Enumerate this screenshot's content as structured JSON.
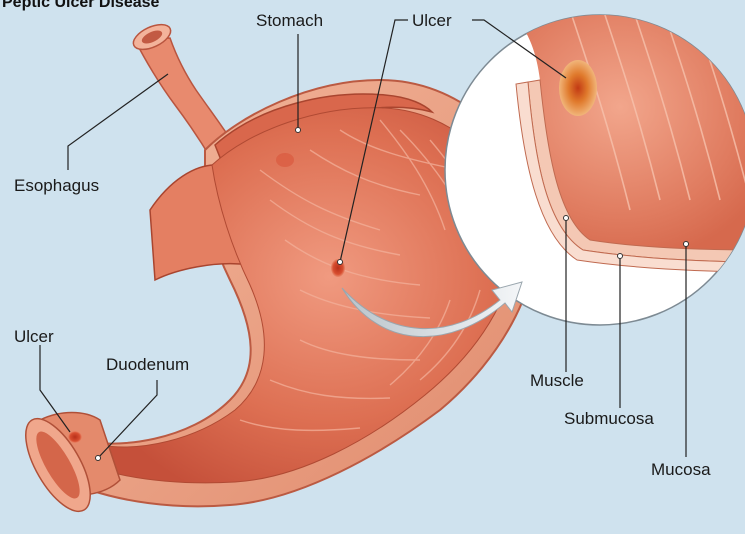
{
  "title": "Peptic Ulcer Disease",
  "labels": {
    "stomach": "Stomach",
    "ulcer_top": "Ulcer",
    "esophagus": "Esophagus",
    "ulcer_left": "Ulcer",
    "duodenum": "Duodenum",
    "muscle": "Muscle",
    "submucosa": "Submucosa",
    "mucosa": "Mucosa"
  },
  "colors": {
    "background": "#cfe2ee",
    "stomach_lining": "#dc6a4e",
    "stomach_outer": "#e9967a",
    "ulcer": "#c2371e",
    "arrow": "#e8ecef"
  }
}
